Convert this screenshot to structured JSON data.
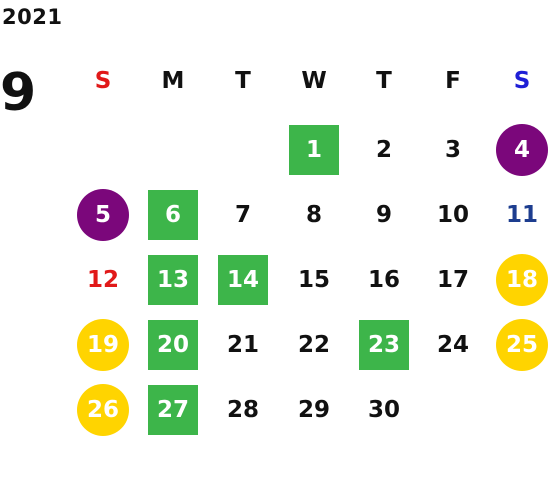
{
  "year": "2021",
  "month": "9",
  "weekdays": [
    {
      "label": "S",
      "color": "#e11919"
    },
    {
      "label": "M",
      "color": "#111111"
    },
    {
      "label": "T",
      "color": "#111111"
    },
    {
      "label": "W",
      "color": "#111111"
    },
    {
      "label": "T",
      "color": "#111111"
    },
    {
      "label": "F",
      "color": "#111111"
    },
    {
      "label": "S",
      "color": "#1f1fd6"
    }
  ],
  "colors": {
    "green": "#3db54a",
    "purple": "#7b077b",
    "yellow": "#ffd400",
    "red_text": "#e11919",
    "blue_text": "#1d3d8f",
    "default_text": "#111111"
  },
  "days": [
    {
      "day": "1",
      "style": "green"
    },
    {
      "day": "2",
      "style": "plain"
    },
    {
      "day": "3",
      "style": "plain"
    },
    {
      "day": "4",
      "style": "purple"
    },
    {
      "day": "5",
      "style": "purple"
    },
    {
      "day": "6",
      "style": "green"
    },
    {
      "day": "7",
      "style": "plain"
    },
    {
      "day": "8",
      "style": "plain"
    },
    {
      "day": "9",
      "style": "plain"
    },
    {
      "day": "10",
      "style": "plain"
    },
    {
      "day": "11",
      "style": "blue"
    },
    {
      "day": "12",
      "style": "red"
    },
    {
      "day": "13",
      "style": "green"
    },
    {
      "day": "14",
      "style": "green"
    },
    {
      "day": "15",
      "style": "plain"
    },
    {
      "day": "16",
      "style": "plain"
    },
    {
      "day": "17",
      "style": "plain"
    },
    {
      "day": "18",
      "style": "yellow"
    },
    {
      "day": "19",
      "style": "yellow"
    },
    {
      "day": "20",
      "style": "green"
    },
    {
      "day": "21",
      "style": "plain"
    },
    {
      "day": "22",
      "style": "plain"
    },
    {
      "day": "23",
      "style": "green"
    },
    {
      "day": "24",
      "style": "plain"
    },
    {
      "day": "25",
      "style": "yellow"
    },
    {
      "day": "26",
      "style": "yellow"
    },
    {
      "day": "27",
      "style": "green"
    },
    {
      "day": "28",
      "style": "plain"
    },
    {
      "day": "29",
      "style": "plain"
    },
    {
      "day": "30",
      "style": "plain"
    }
  ]
}
